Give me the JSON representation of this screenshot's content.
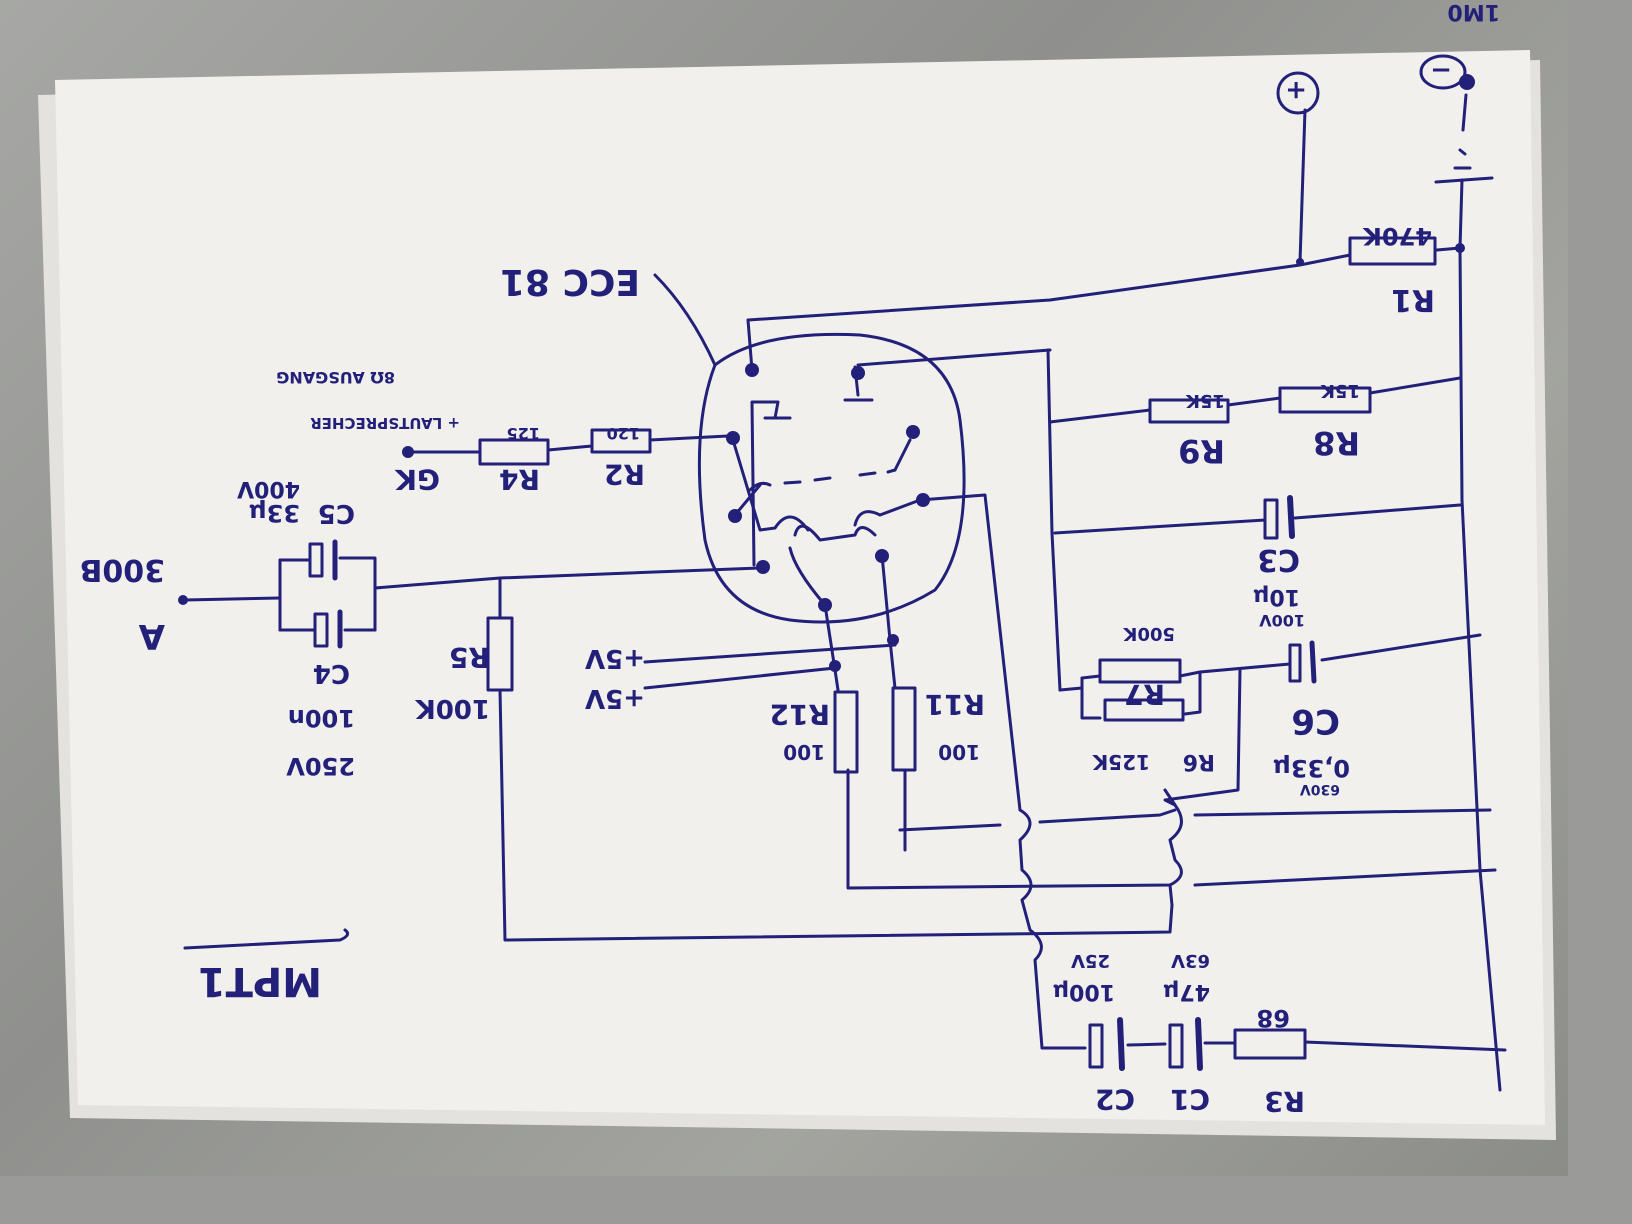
{
  "sheet": {
    "title": "MPT1",
    "orientation_note": "Drawn upside-down on paper",
    "ink_color": "#23207a",
    "paper_color": "#f1f0ec"
  },
  "tube": {
    "label": "ECC 81"
  },
  "supply": {
    "plus_label": "+",
    "minus_label": "−",
    "minus_tag": "1M0"
  },
  "heater": {
    "labels": [
      "+5V",
      "+5V"
    ]
  },
  "terminals": {
    "input_label": "A",
    "input_tube": "300B",
    "output_label": "GK",
    "output_note_1": "+ LAUTSPRECHER",
    "output_note_2": "8Ω AUSGANG"
  },
  "components": {
    "R1": {
      "name": "R1",
      "value": "470K"
    },
    "R2": {
      "name": "R2",
      "value": "120"
    },
    "R3": {
      "name": "R3",
      "value": "68"
    },
    "R4": {
      "name": "R4",
      "value": "125"
    },
    "R5": {
      "name": "R5",
      "value": "100K"
    },
    "R6": {
      "name": "R6",
      "value": "125K"
    },
    "R7": {
      "name": "R7",
      "value": "500K"
    },
    "R8": {
      "name": "R8",
      "value": "15K"
    },
    "R9": {
      "name": "R9",
      "value": "15K"
    },
    "R11": {
      "name": "R11",
      "value": "100"
    },
    "R12": {
      "name": "R12",
      "value": "100"
    },
    "C1": {
      "name": "C1",
      "value": "47μ",
      "voltage": "63V"
    },
    "C2": {
      "name": "C2",
      "value": "100μ",
      "voltage": "25V"
    },
    "C3": {
      "name": "C3",
      "value": "10μ",
      "voltage": "100V"
    },
    "C4": {
      "name": "C4",
      "value": "100n",
      "voltage": "250V"
    },
    "C5": {
      "name": "C5",
      "value": "33μ",
      "voltage": "400V"
    },
    "C6": {
      "name": "C6",
      "value": "0,33μ",
      "voltage": "630V"
    }
  }
}
